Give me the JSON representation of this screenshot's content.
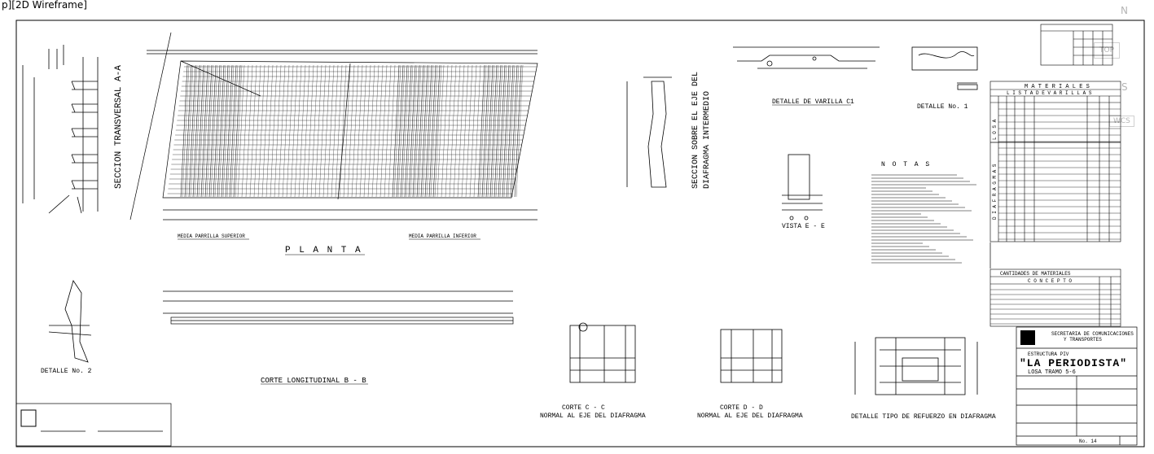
{
  "viewport": {
    "label": "p][2D Wireframe]"
  },
  "viewcube": {
    "top": "TOP",
    "north": "N",
    "south": "S",
    "wcs": "WCS"
  },
  "titles": {
    "seccion_transversal": "SECCION TRANSVERSAL A-A",
    "planta": "P L A N T A",
    "media_superior": "MEDIA PARRILLA SUPERIOR",
    "media_inferior": "MEDIA PARRILLA INFERIOR",
    "seccion_eje_1": "SECCION SOBRE EL EJE DEL",
    "seccion_eje_2": "DIAFRAGMA INTERMEDIO",
    "detalle_varilla": "DETALLE DE VARILLA C1",
    "detalle_1": "DETALLE No. 1",
    "vista_ee": "VISTA E - E",
    "notas": "N O T A S",
    "detalle_2": "DETALLE No. 2",
    "corte_bb": "CORTE LONGITUDINAL B - B",
    "corte_cc_1": "CORTE C - C",
    "corte_cc_2": "NORMAL AL EJE DEL DIAFRAGMA",
    "corte_dd_1": "CORTE D - D",
    "corte_dd_2": "NORMAL AL EJE DEL DIAFRAGMA",
    "detalle_tipo": "DETALLE TIPO DE REFUERZO EN DIAFRAGMA"
  },
  "materiales": {
    "header": "M A T E R I A L E S",
    "lista": "L I S T A   D E   V A R I L L A S",
    "side_losa": "L O S A",
    "side_diafragmas": "D I A F R A G M A S"
  },
  "cantidades": {
    "header": "CANTIDADES DE MATERIALES",
    "concepto": "C O N C E P T O"
  },
  "title_block": {
    "sct_1": "SECRETARIA DE COMUNICACIONES",
    "sct_2": "Y TRANSPORTES",
    "estructura": "ESTRUCTURA PIV",
    "nombre": "\"LA PERIODISTA\"",
    "losa": "LOSA TRAMO 5-6",
    "lamina_no": "No. 14"
  }
}
